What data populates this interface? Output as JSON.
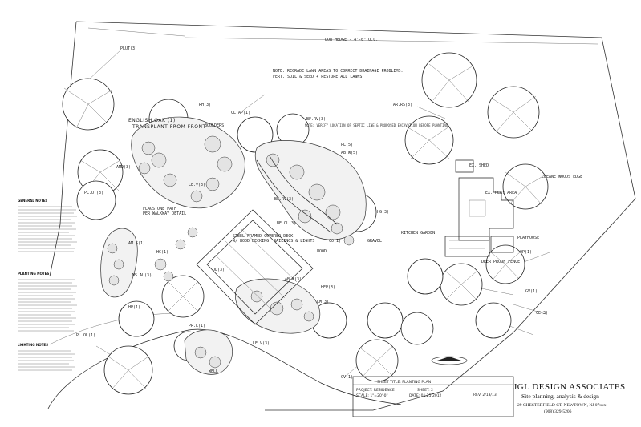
{
  "plan": {
    "north_label": "LOW HEDGE - 4'-6\" O.C.",
    "top_note_line1": "NOTE: REGRADE LAWN AREAS TO CORRECT DRAINAGE PROBLEMS.",
    "top_note_line2": "FERT. SOIL & SEED + RESTORE ALL LAWNS",
    "callouts": {
      "english_oak": "ENGLISH OAK (1)",
      "transplant": "TRANSPLANT FROM FRONT",
      "boulders": "BOULDERS",
      "flagstone_path": "FLAGSTONE PATH",
      "path_detail": "PER WALKWAY DETAIL",
      "steel_deck": "STEEL FRAMED COVERED DECK",
      "deck_note": "W/ WOOD DECKING, RAILINGS & LIGHTS",
      "play_area": "EX. PLAY AREA",
      "ex_shed": "EX. SHED",
      "kitchen_garden": "KITCHEN GARDEN",
      "deer_fence": "DEER PROOF FENCE",
      "playhouse": "PLAYHOUSE",
      "woods_edge": "CLEANE WOODS EDGE",
      "septic_note": "NOTE: VERIFY LOCATION OF SEPTIC LINE & PROPOSED EXCAVATION BEFORE PLANTING",
      "wood": "WOOD",
      "gravel": "GRAVEL",
      "well": "WELL"
    },
    "plant_labels": [
      "PLUT(3)",
      "AR.RS(3)",
      "RH(3)",
      "CL.AP(1)",
      "BF.RV(3)",
      "AMD(3)",
      "PL(5)",
      "AB.W(5)",
      "LE.V(3)",
      "HG(3)",
      "BF.RV(3)",
      "BE.OL(3)",
      "OP(1)",
      "AM.S(1)",
      "PL.UT(3)",
      "MS.AU(3)",
      "HC(1)",
      "OL(3)",
      "AB.W(3)",
      "HP(1)",
      "PR.L(1)",
      "GV(1)",
      "PL.OL(1)",
      "CO(1)",
      "GV(1)",
      "CE(3)",
      "LE.V(3)",
      "LM(3)",
      "HEP(3)"
    ]
  },
  "legend": {
    "general_title": "GENERAL NOTES",
    "planting_title": "PLANTING NOTES",
    "lighting_title": "LIGHTING NOTES"
  },
  "title_block": {
    "drawing_title": "SHEET TITLE: PLANTING PLAN",
    "project": "PROJECT: RESIDENCE",
    "scale": "SCALE: 1\"=20'-0\"",
    "date": "DATE: 01.25.2012",
    "sheet": "SHEET: 2",
    "revised": "REV. 2/13/13",
    "company": "JGL DESIGN ASSOCIATES",
    "tagline": "Site planning, analysis & design",
    "address": "29 CHESTERFIELD CT. NEWTOWN, NJ 07xxx",
    "phone": "(908) 329-5206"
  }
}
